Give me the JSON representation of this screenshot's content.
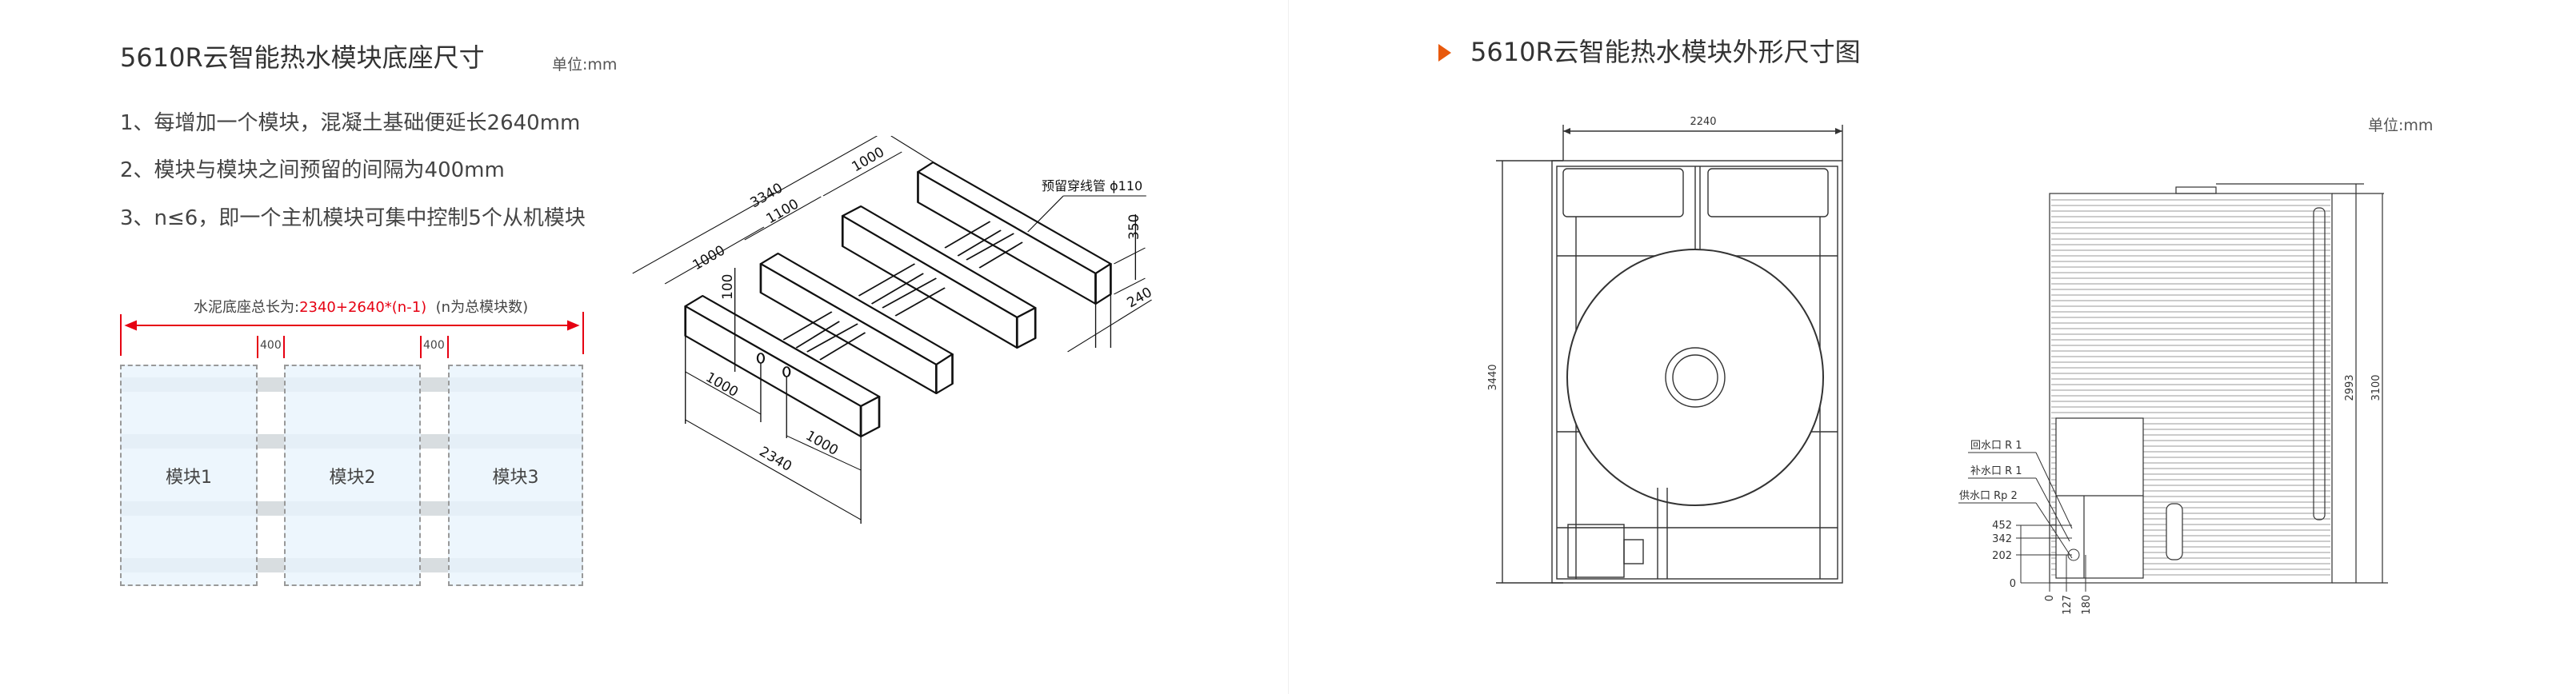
{
  "left": {
    "title": "5610R云智能热水模块底座尺寸",
    "unit": "单位:mm",
    "notes": [
      "1、每增加一个模块，混凝土基础便延长2640mm",
      "2、模块与模块之间预留的间隔为400mm",
      "3、n≤6，即一个主机模块可集中控制5个从机模块"
    ],
    "layout": {
      "length_label": "水泥底座总长为:",
      "formula": "2340+2640*(n-1)",
      "formula_note": "(n为总模块数)",
      "gap_labels": [
        "400",
        "400"
      ],
      "modules": [
        "模块1",
        "模块2",
        "模块3"
      ]
    },
    "iso": {
      "dims": [
        "3340",
        "1000",
        "1100",
        "1000",
        "100",
        "1000",
        "1000",
        "2340",
        "350",
        "240"
      ],
      "pipe_note": "预留穿线管 ϕ110"
    }
  },
  "right": {
    "title": "5610R云智能热水模块外形尺寸图",
    "unit": "单位:mm",
    "front": {
      "width": "2240",
      "height": "3440"
    },
    "side": {
      "heights": [
        "2993",
        "3100"
      ],
      "ports": [
        "回水口 R 1",
        "补水口 R 1",
        "供水口 Rp 2"
      ],
      "v_dims": [
        "452",
        "342",
        "202",
        "0"
      ],
      "h_dims": [
        "0",
        "127",
        "180"
      ]
    }
  },
  "colors": {
    "accent": "#e8590c",
    "red": "#e60012",
    "module_fill": "#e8f4fc",
    "stripe": "#d8dde0"
  }
}
